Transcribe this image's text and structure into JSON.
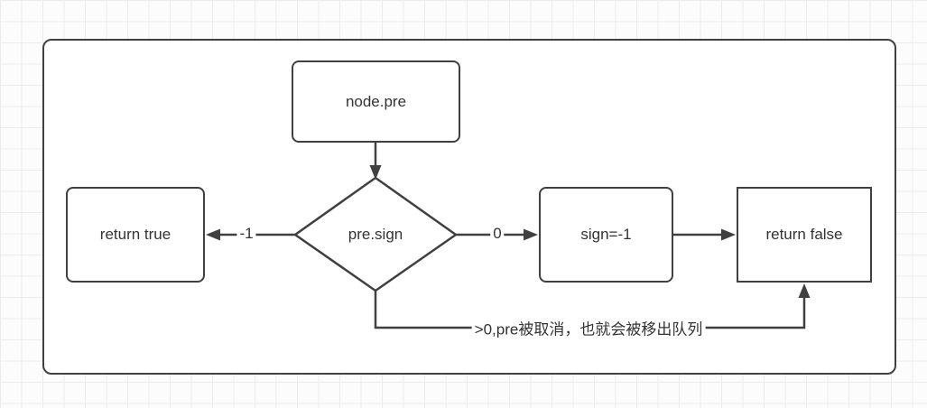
{
  "flowchart": {
    "nodes": {
      "node_pre": {
        "label": "node.pre"
      },
      "pre_sign": {
        "label": "pre.sign"
      },
      "return_true": {
        "label": "return true"
      },
      "sign_neg1": {
        "label": "sign=-1"
      },
      "return_false": {
        "label": "return false"
      }
    },
    "edges": {
      "to_return_true": {
        "label": "-1"
      },
      "to_sign_neg1": {
        "label": "0"
      },
      "bottom_branch": {
        "label": ">0,pre被取消，也就会被移出队列"
      }
    },
    "colors": {
      "stroke": "#404040",
      "text": "#333333",
      "node_fill": "#ffffff",
      "canvas_bg": "#fcfcfc",
      "grid_line": "#ececec"
    }
  }
}
